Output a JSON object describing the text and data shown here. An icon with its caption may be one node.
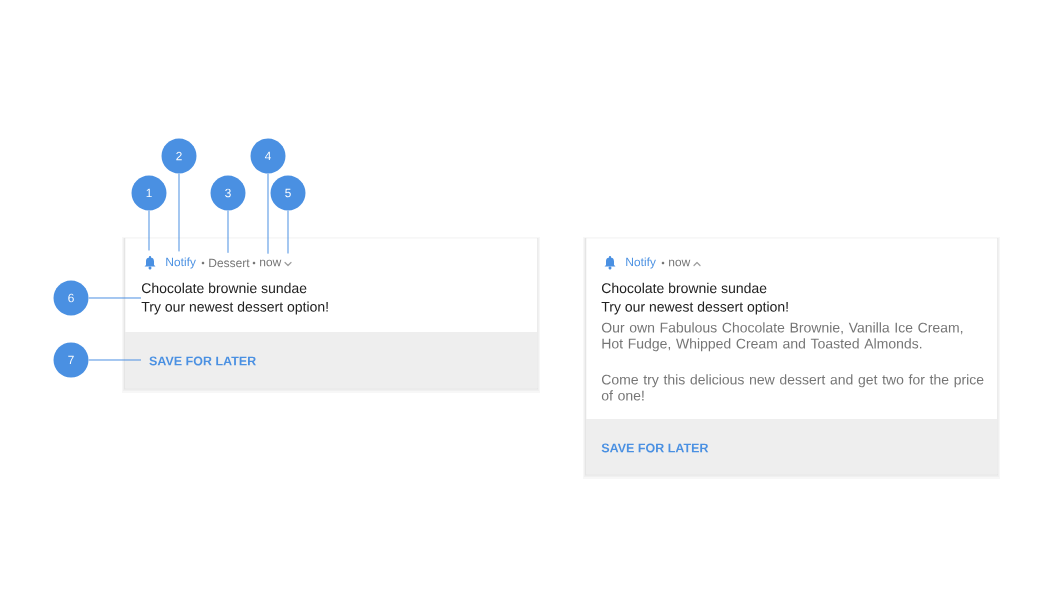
{
  "diagram": {
    "nodes": [
      {
        "text": [
          "1"
        ]
      },
      {
        "text": [
          "2"
        ]
      },
      {
        "text": [
          "3"
        ]
      },
      {
        "text": [
          "4"
        ]
      },
      {
        "text": [
          "5"
        ]
      },
      {
        "text": [
          "6"
        ]
      },
      {
        "text": [
          "7"
        ]
      },
      {
        "text": [],
        "shape": "box"
      },
      {
        "text": [],
        "shape": "bell",
        "in": 7
      },
      {
        "text": [
          "Notify"
        ],
        "in": 7
      },
      {
        "text": [
          "Dessert"
        ],
        "in": 7
      },
      {
        "text": [
          "now"
        ],
        "in": 7
      },
      {
        "text": [],
        "shape": "chevron",
        "in": 7
      },
      {
        "text": [
          "Chocolate brownie sundae",
          "Try our newest dessert option!"
        ],
        "in": 7
      },
      {
        "text": [
          "SAVE FOR LATER"
        ],
        "in": 7
      },
      {
        "text": [
          "Notify",
          "now",
          "Chocolate brownie sundae",
          "Try our newest dessert option!",
          "Our own Fabulous Chocolate Brownie, Vanilla Ice Cream, Hot Fudge, Whipped Cream and Toasted Almonds.",
          "Come try this delicious new dessert and get two for the price of one!",
          "SAVE FOR LATER"
        ]
      }
    ],
    "edges": [
      {
        "from": 0,
        "to": 8,
        "arrow": "none"
      },
      {
        "from": 1,
        "to": 9,
        "arrow": "none"
      },
      {
        "from": 2,
        "to": 10,
        "arrow": "none"
      },
      {
        "from": 3,
        "to": 11,
        "arrow": "none"
      },
      {
        "from": 4,
        "to": 12,
        "arrow": "none"
      },
      {
        "from": 5,
        "to": 13,
        "arrow": "none"
      },
      {
        "from": 6,
        "to": 14,
        "arrow": "none"
      }
    ]
  }
}
